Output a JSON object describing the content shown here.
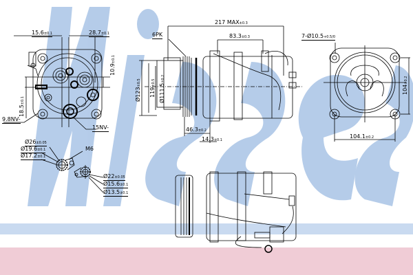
{
  "drawing": {
    "subject": "AC compressor technical drawing",
    "watermark": "Nissens",
    "colors": {
      "watermark": "#a9c4e6",
      "band_blue": "#c9daf0",
      "band_pink": "#f0ccd6",
      "line": "#000000"
    },
    "front_view_dims": {
      "d1": "15.6",
      "d1_tol": "±0.1",
      "d2": "28.7",
      "d2_tol": "±0.1",
      "d3": "10.9",
      "d3_tol": "±0.1",
      "d4": "18.5",
      "d4_tol": "±0.1",
      "thread1": "9.8NV-",
      "thread2": "15NV-"
    },
    "port_dims": {
      "p1": "Ø26",
      "p1_tol": "±0.05",
      "p2": "Ø19.6",
      "p2_tol": "±0.1",
      "p3": "Ø17.2",
      "p3_tol": "±0.1",
      "thread": "M6",
      "p4": "Ø22",
      "p4_tol": "±0.05",
      "p5": "Ø15.6",
      "p5_tol": "±0.1",
      "p6": "Ø13.5",
      "p6_tol": "±0.1"
    },
    "side_view_dims": {
      "belt": "6PK",
      "length": "217 MAX",
      "length_tol": "±0.3",
      "mid": "83.3",
      "mid_tol": "±0.3",
      "dia1": "Ø123",
      "dia1_tol": "±0.5",
      "dia2": "119",
      "dia2_tol": "±0.5",
      "dia3": "Ø111.5",
      "dia3_tol": "±0.2",
      "offset1": "46.3",
      "offset1_tol": "±0.2",
      "offset2": "14.3",
      "offset2_tol": "±0.1"
    },
    "rear_view_dims": {
      "holes": "7-Ø10.5",
      "holes_tol": "+0.5/0",
      "height": "104",
      "height_tol": "±0.2",
      "width": "104.1",
      "width_tol": "±0.2"
    }
  }
}
